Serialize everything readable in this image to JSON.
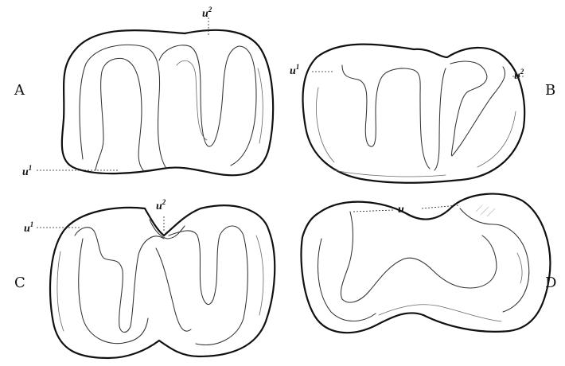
{
  "panels": {
    "A": {
      "letter": "A",
      "labels": [
        {
          "base": "u",
          "sup": "2"
        },
        {
          "base": "u",
          "sup": "1"
        }
      ]
    },
    "B": {
      "letter": "B",
      "labels": [
        {
          "base": "u",
          "sup": "1"
        },
        {
          "base": "u",
          "sup": "2"
        }
      ]
    },
    "C": {
      "letter": "C",
      "labels": [
        {
          "base": "u",
          "sup": "1"
        },
        {
          "base": "u",
          "sup": "2"
        }
      ]
    },
    "D": {
      "letter": "D",
      "labels": [
        {
          "base": "u",
          "sup": ""
        }
      ]
    }
  }
}
